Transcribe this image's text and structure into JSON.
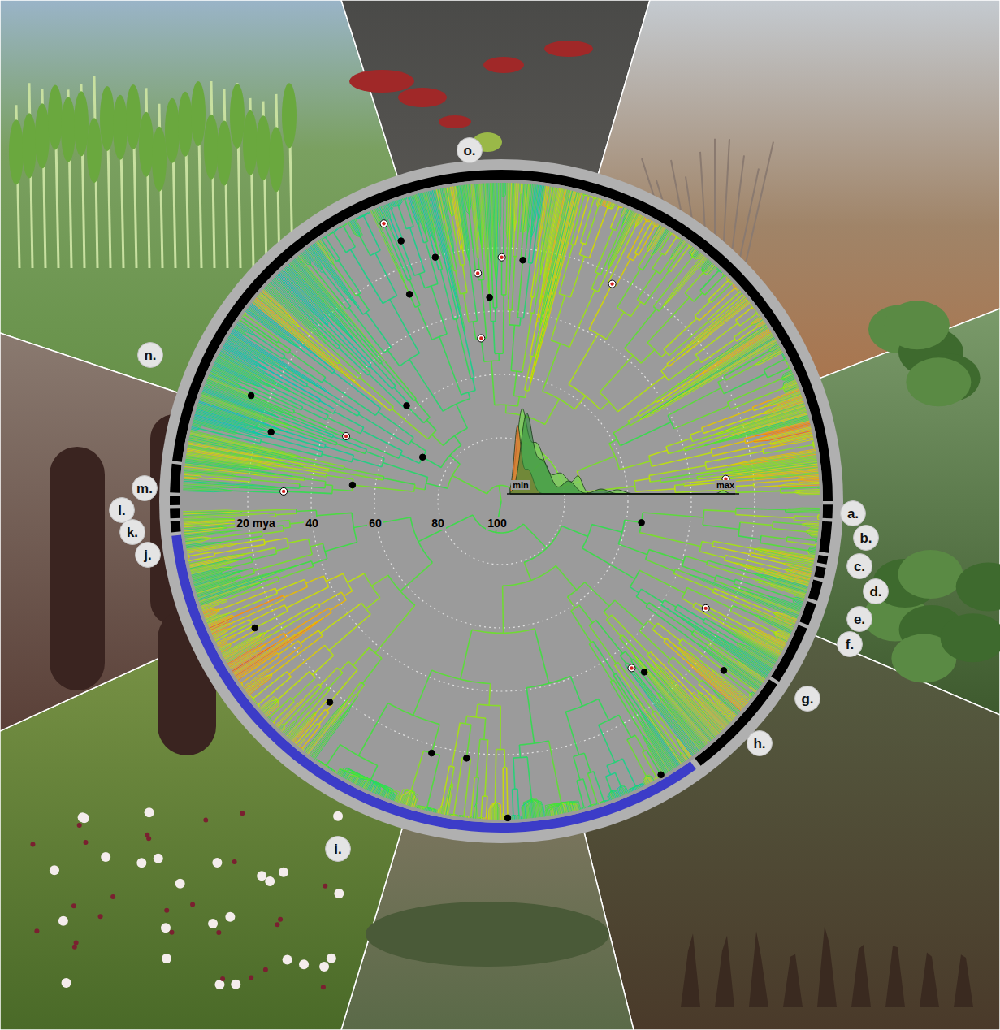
{
  "diagram": {
    "nodes": [
      {
        "text": [
          "o."
        ]
      },
      {
        "text": [
          "n."
        ]
      },
      {
        "text": [
          "m."
        ]
      },
      {
        "text": [
          "l."
        ]
      },
      {
        "text": [
          "k."
        ]
      },
      {
        "text": [
          "j."
        ]
      },
      {
        "text": [
          "a."
        ]
      },
      {
        "text": [
          "b."
        ]
      },
      {
        "text": [
          "c."
        ]
      },
      {
        "text": [
          "d."
        ]
      },
      {
        "text": [
          "e."
        ]
      },
      {
        "text": [
          "f."
        ]
      },
      {
        "text": [
          "g."
        ]
      },
      {
        "text": [
          "h."
        ]
      },
      {
        "text": [
          "i."
        ]
      }
    ],
    "labels": [
      "20 mya",
      "40",
      "60",
      "80",
      "100",
      "min",
      "max"
    ]
  }
}
